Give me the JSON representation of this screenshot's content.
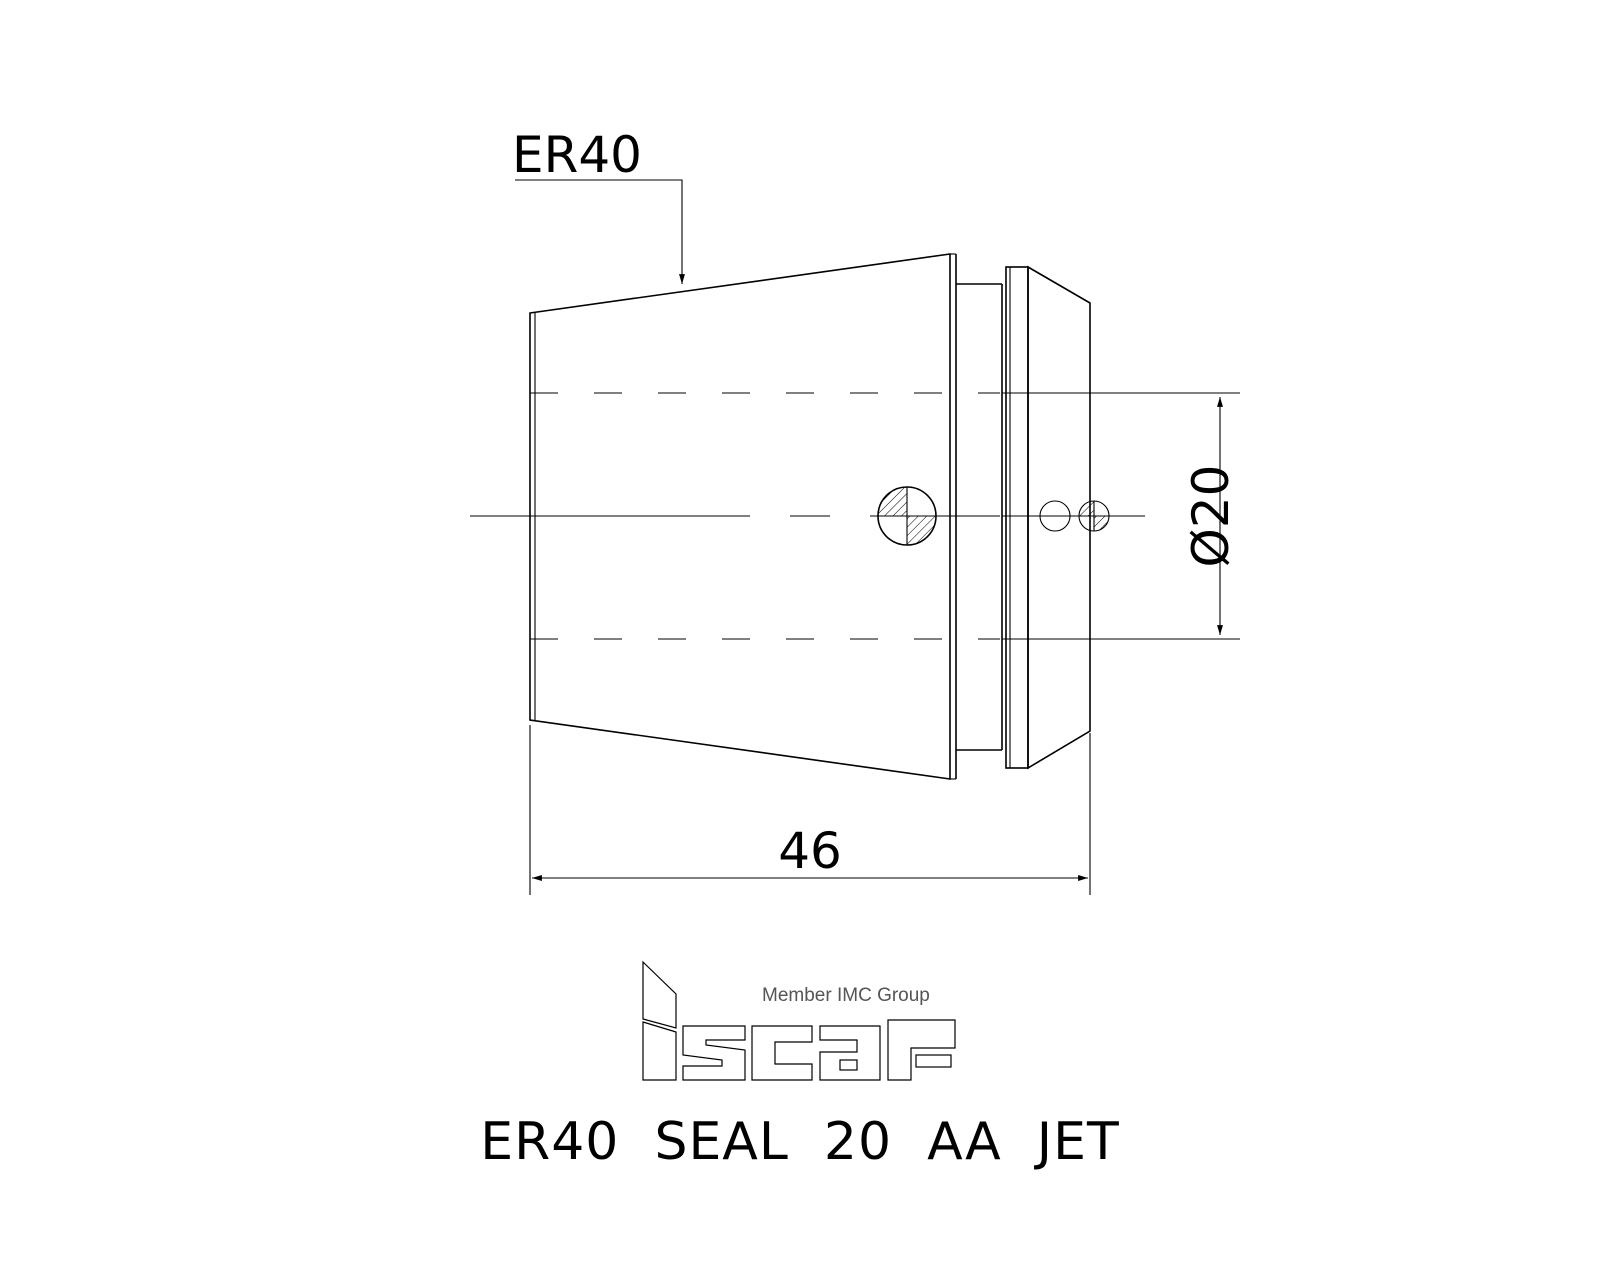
{
  "leader_label": "ER40",
  "dimensions": {
    "length": "46",
    "diameter": "Ø20"
  },
  "logo": {
    "subtitle": "Member IMC Group"
  },
  "part_title": "ER40  SEAL  20  AA  JET"
}
